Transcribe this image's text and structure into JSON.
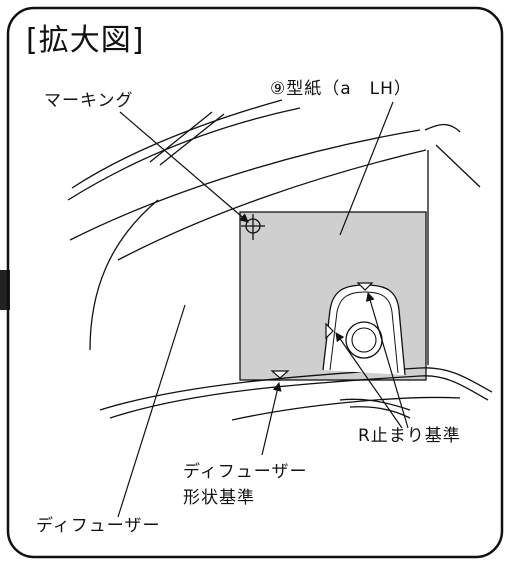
{
  "title": "[拡大図]",
  "labels": {
    "marking": "マーキング",
    "template": "⑨型紙（a　LH）",
    "r_reference": "R止まり基準",
    "diffuser_shape_line1": "ディフューザー",
    "diffuser_shape_line2": "形状基準",
    "diffuser": "ディフューザー"
  },
  "colors": {
    "line": "#111111",
    "template_fill": "#cfcfcf",
    "background": "#ffffff",
    "outside_tab": "#222222"
  }
}
